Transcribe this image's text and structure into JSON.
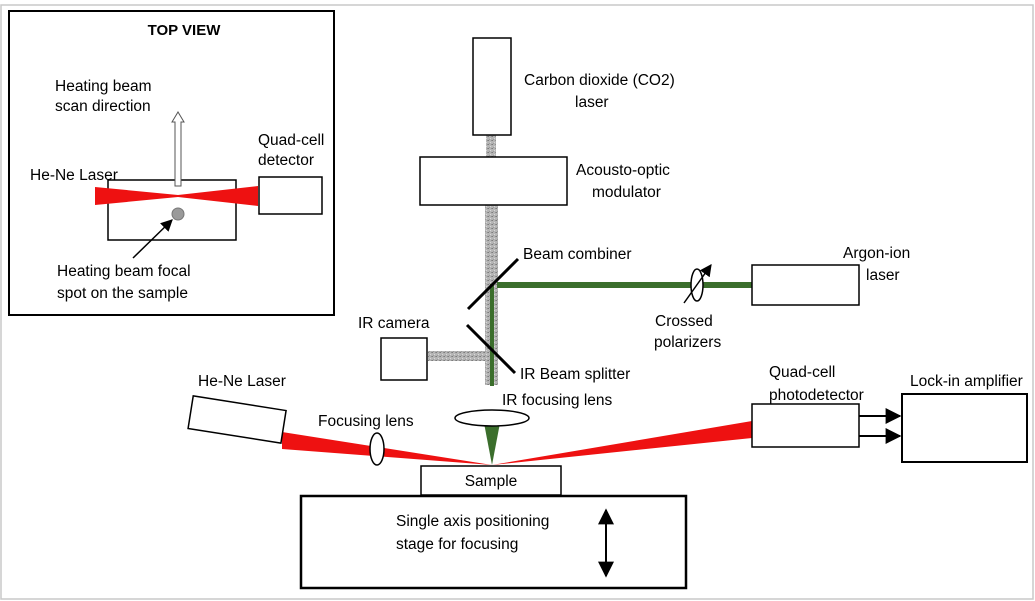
{
  "inset": {
    "title": "TOP VIEW",
    "scan_line1": "Heating beam",
    "scan_line2": "scan direction",
    "laser": "He-Ne Laser",
    "detector_line1": "Quad-cell",
    "detector_line2": "detector",
    "spot_line1": "Heating beam focal",
    "spot_line2": "spot on the sample"
  },
  "labels": {
    "co2_line1": "Carbon dioxide (CO2)",
    "co2_line2": "laser",
    "aom_line1": "Acousto-optic",
    "aom_line2": "modulator",
    "beam_combiner": "Beam combiner",
    "argon_line1": "Argon-ion",
    "argon_line2": "laser",
    "polarizers_line1": "Crossed",
    "polarizers_line2": "polarizers",
    "ir_camera": "IR camera",
    "ir_splitter": "IR Beam splitter",
    "ir_lens": "IR focusing lens",
    "hene": "He-Ne Laser",
    "focusing_lens": "Focusing lens",
    "quadcell_line1": "Quad-cell",
    "quadcell_line2": "photodetector",
    "lockin": "Lock-in amplifier",
    "sample": "Sample",
    "stage_line1": "Single axis positioning",
    "stage_line2": "stage for focusing"
  },
  "colors": {
    "red_beam": "#ee1111",
    "green_beam": "#3b6e2c",
    "co2_beam": "#a9a9a9",
    "ir_beam": "#b0b0b0"
  }
}
